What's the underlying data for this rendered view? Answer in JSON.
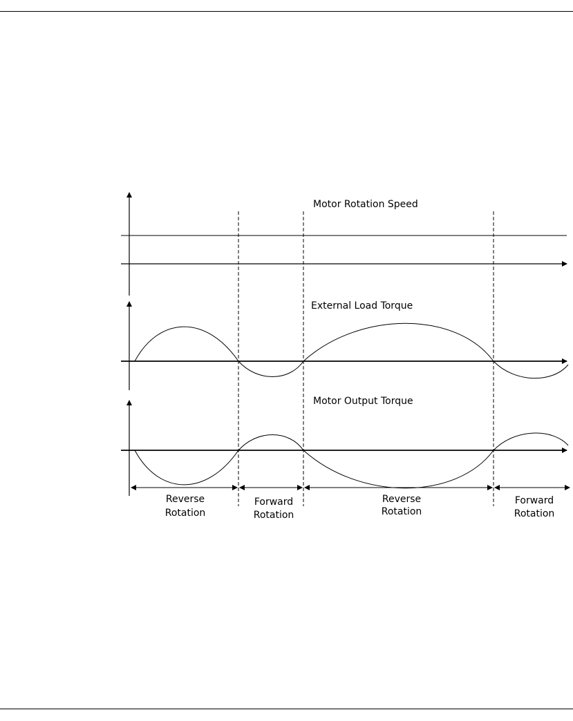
{
  "diagram": {
    "plots": [
      {
        "id": "speed",
        "title": "Motor Rotation Speed"
      },
      {
        "id": "load",
        "title": "External Load Torque"
      },
      {
        "id": "output",
        "title": "Motor Output Torque"
      }
    ],
    "segments": [
      {
        "line1": "Reverse",
        "line2": "Rotation"
      },
      {
        "line1": "Forward",
        "line2": "Rotation"
      },
      {
        "line1": "Reverse",
        "line2": "Rotation"
      },
      {
        "line1": "Forward",
        "line2": "Rotation"
      }
    ]
  }
}
